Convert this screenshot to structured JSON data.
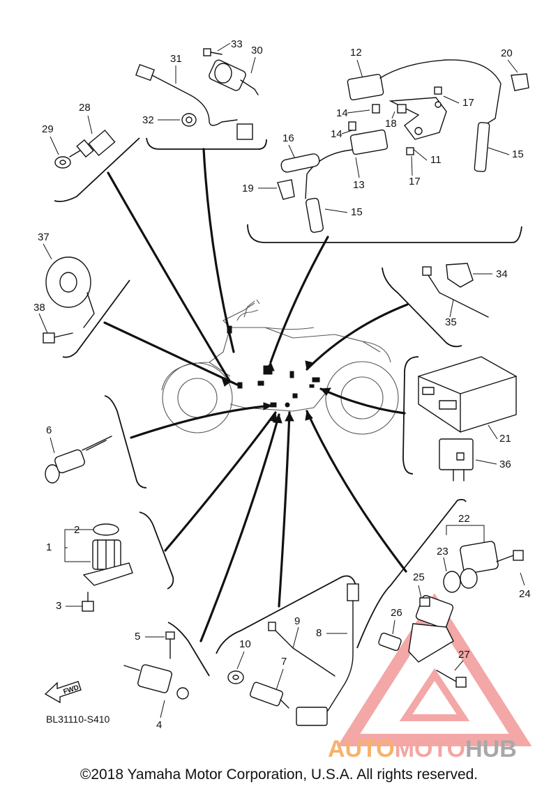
{
  "diagram": {
    "code": "BL31110-S410",
    "fwd_label": "FWD",
    "callouts": {
      "c1": "1",
      "c2": "2",
      "c3": "3",
      "c4": "4",
      "c5": "5",
      "c6": "6",
      "c7": "7",
      "c8": "8",
      "c9": "9",
      "c10": "10",
      "c11": "11",
      "c12": "12",
      "c13": "13",
      "c14a": "14",
      "c14b": "14",
      "c15a": "15",
      "c15b": "15",
      "c16": "16",
      "c17a": "17",
      "c17b": "17",
      "c18": "18",
      "c19": "19",
      "c20": "20",
      "c21": "21",
      "c22": "22",
      "c23": "23",
      "c24": "24",
      "c25": "25",
      "c26": "26",
      "c27": "27",
      "c28": "28",
      "c29": "29",
      "c30": "30",
      "c31": "31",
      "c32": "32",
      "c33": "33",
      "c34": "34",
      "c35": "35",
      "c36": "36",
      "c37": "37",
      "c38": "38"
    }
  },
  "watermark": {
    "part1": "AUTO",
    "part2": "MOTO",
    "part3": "HUB",
    "colors": {
      "auto": "#f6b26b",
      "moto": "#f4a6a0",
      "hub": "#b0b0b0",
      "triangle": "#f08a8a"
    }
  },
  "footer": {
    "copyright": "©2018 Yamaha Motor Corporation, U.S.A. All rights reserved."
  }
}
